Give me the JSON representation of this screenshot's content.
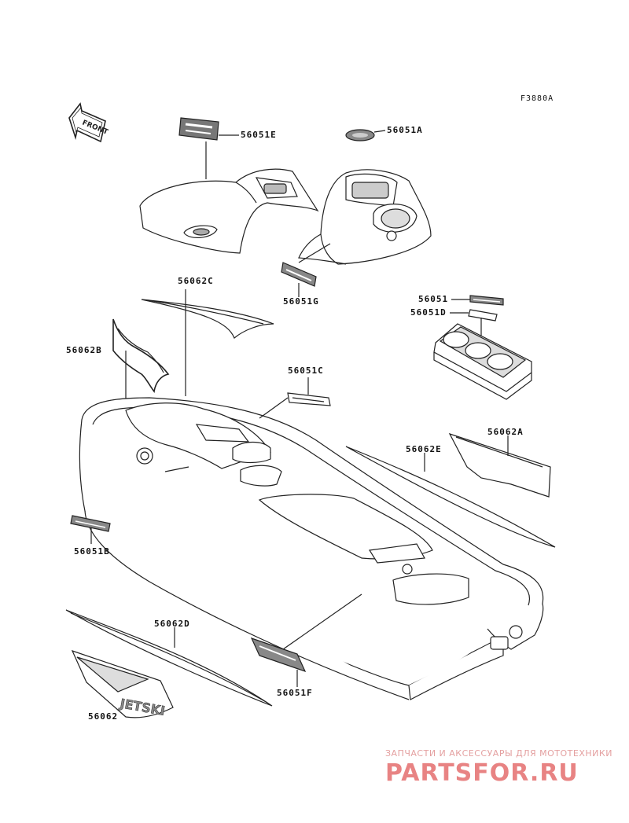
{
  "figure_code": "F3880A",
  "front_label": "FRONT",
  "labels": {
    "p56051E": "56051E",
    "p56051A": "56051A",
    "p56062C": "56062C",
    "p56051G": "56051G",
    "p56051": "56051",
    "p56051D": "56051D",
    "p56062B": "56062B",
    "p56051C": "56051C",
    "p56062A": "56062A",
    "p56062E": "56062E",
    "p56051B": "56051B",
    "p56062D": "56062D",
    "p56051F": "56051F",
    "p56062": "56062"
  },
  "decal_text": {
    "jetski": "JETSKI"
  },
  "watermark": {
    "subtitle": "ЗАПЧАСТИ И АКСЕССУАРЫ ДЛЯ МОТОТЕХНИКИ",
    "brand": "PARTSFOR.RU"
  },
  "colors": {
    "line": "#222222",
    "watermark": "#e05a5a"
  }
}
